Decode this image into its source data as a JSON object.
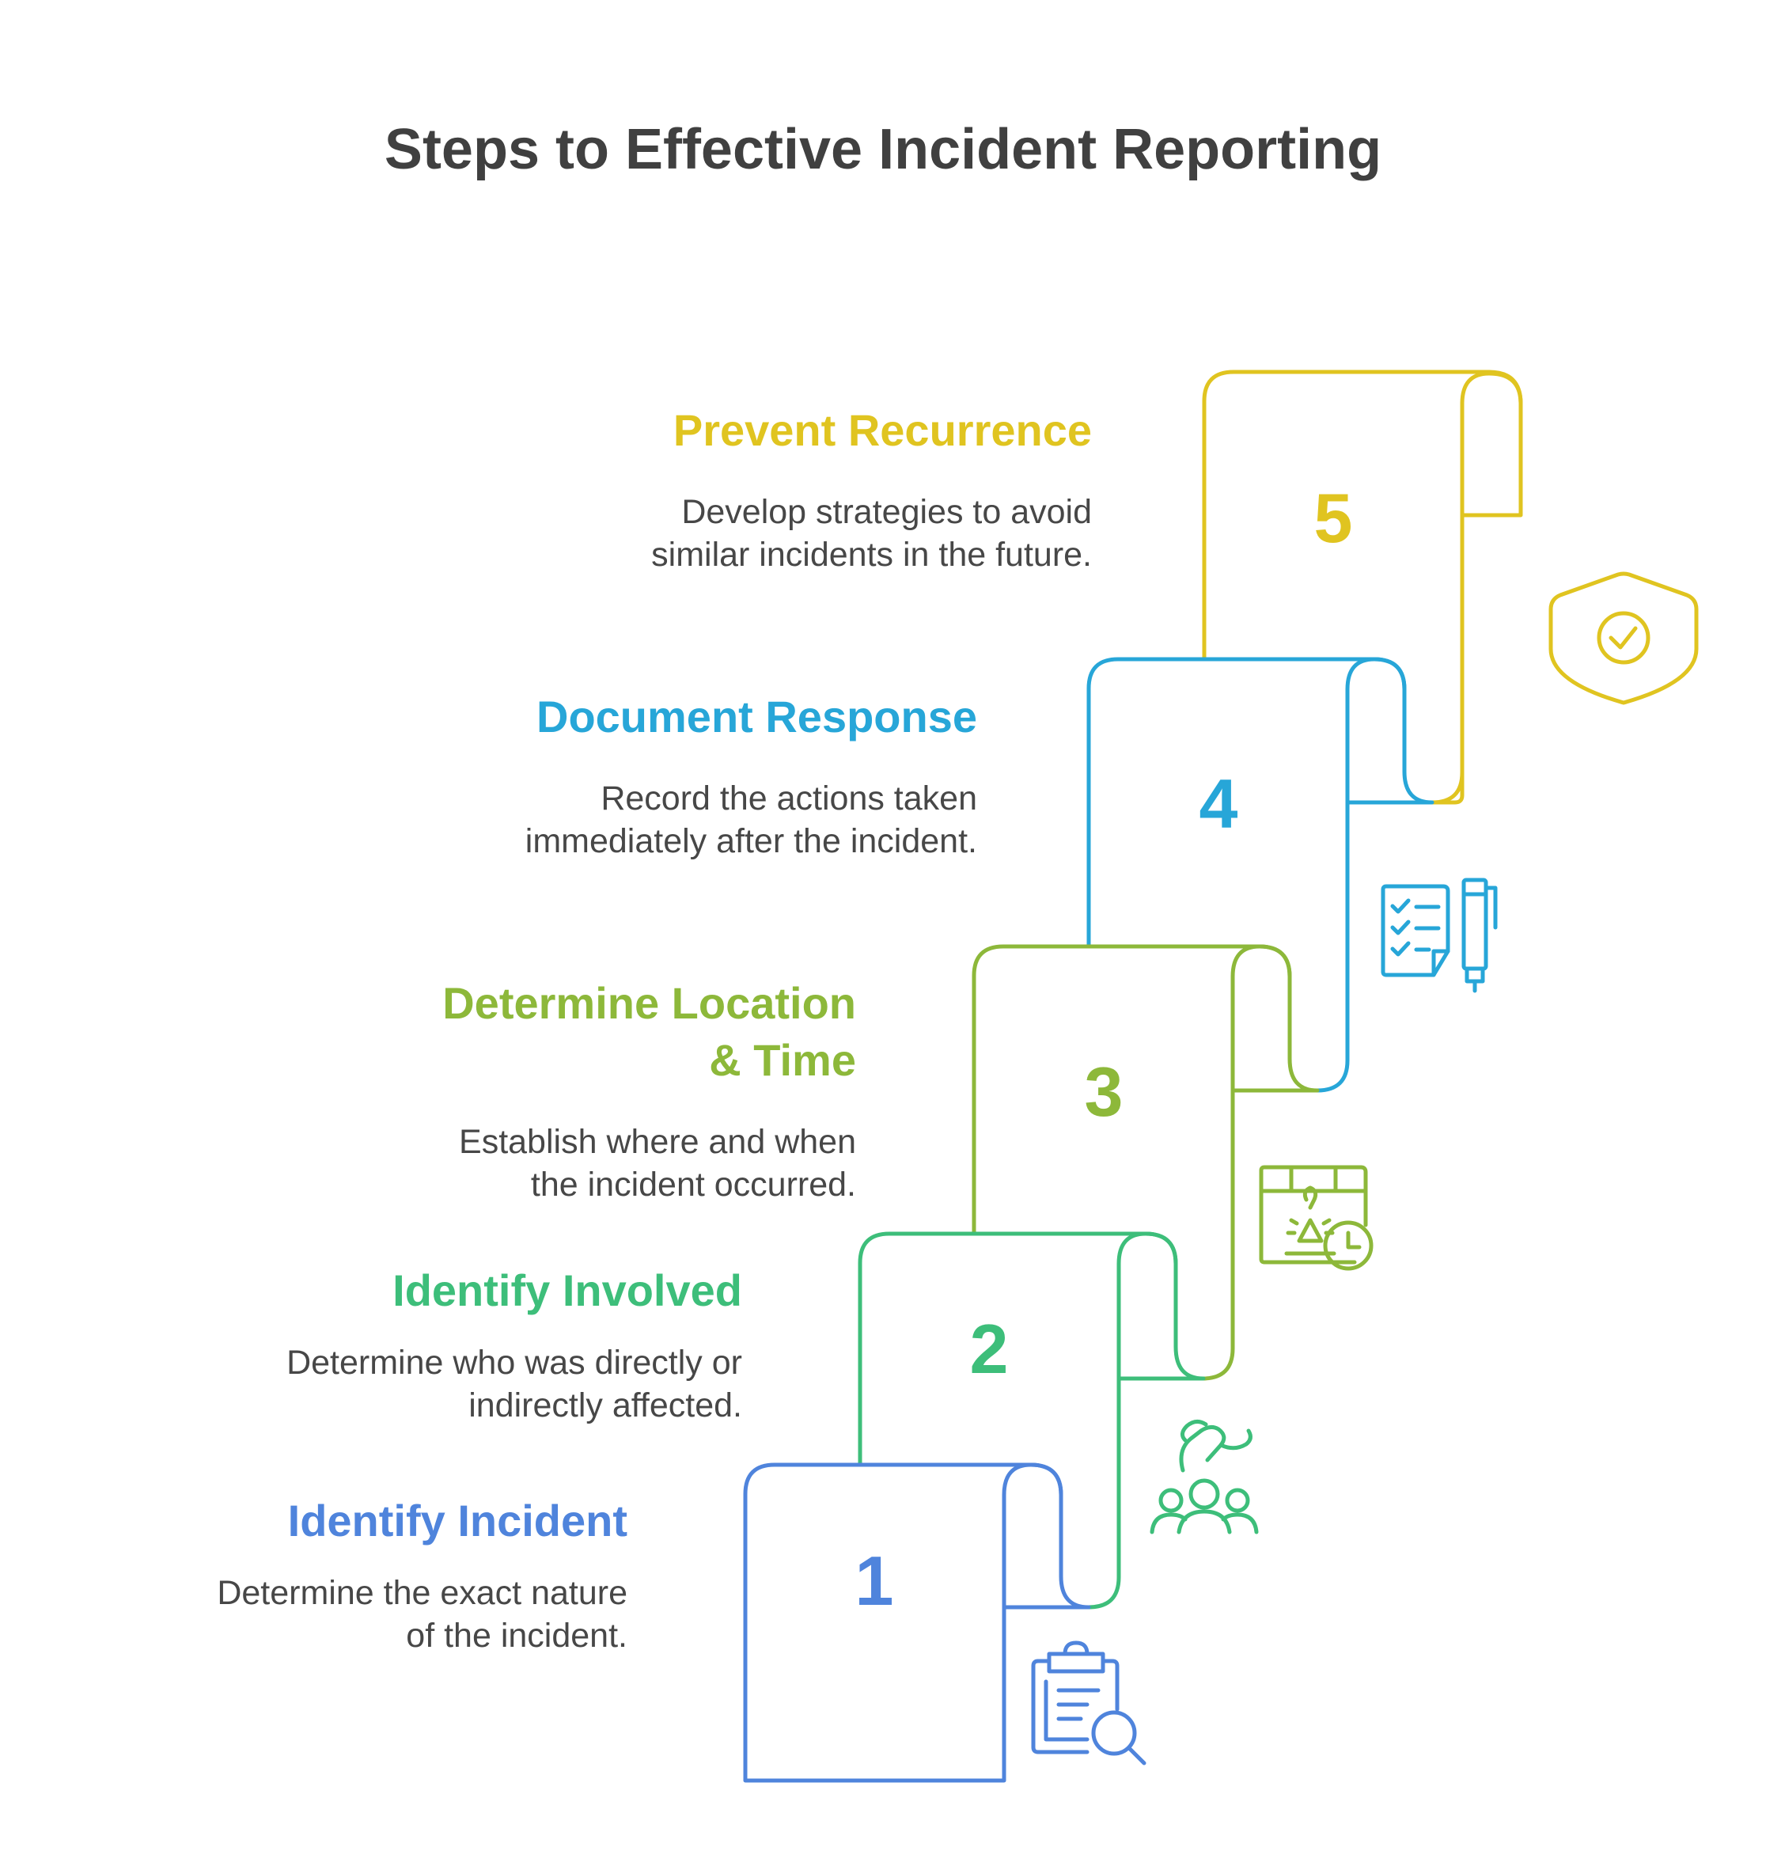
{
  "title": "Steps to Effective Incident Reporting",
  "steps": [
    {
      "number": "1",
      "title": "Identify Incident",
      "description": "Determine the exact nature of the incident.",
      "color": "#4F84DC",
      "icon": "clipboard-search-icon"
    },
    {
      "number": "2",
      "title": "Identify Involved",
      "description": "Determine who was directly or indirectly affected.",
      "color": "#3DBE7A",
      "icon": "people-group-icon"
    },
    {
      "number": "3",
      "title": "Determine Location & Time",
      "description": "Establish where and when the incident occurred.",
      "color": "#8DB83A",
      "icon": "map-pin-clock-icon"
    },
    {
      "number": "4",
      "title": "Document Response",
      "description": "Record the actions taken immediately after the incident.",
      "color": "#27A6D8",
      "icon": "checklist-pen-icon"
    },
    {
      "number": "5",
      "title": "Prevent Recurrence",
      "description": "Develop strategies to avoid similar incidents in the future.",
      "color": "#E0C420",
      "icon": "shield-check-icon"
    }
  ]
}
